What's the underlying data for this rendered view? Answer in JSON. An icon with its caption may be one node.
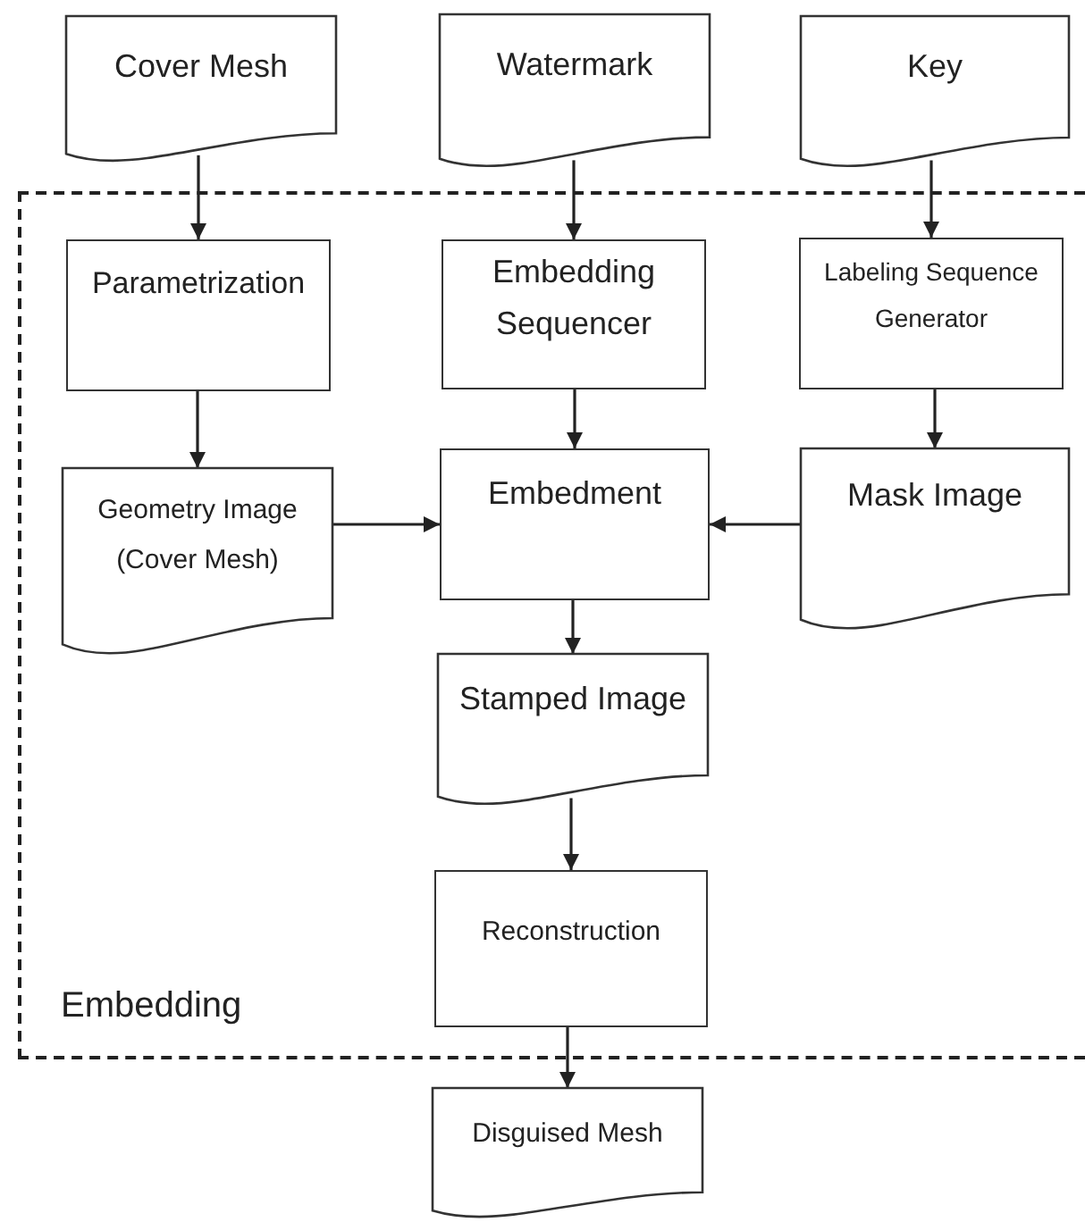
{
  "diagram": {
    "nodes": [
      {
        "text": [
          "Cover Mesh"
        ]
      },
      {
        "text": [
          "Watermark"
        ]
      },
      {
        "text": [
          "Key"
        ]
      },
      {
        "text": [
          "Embedding"
        ]
      },
      {
        "text": [
          "Parametrization"
        ],
        "in": 3
      },
      {
        "text": [
          "Embedding Sequencer"
        ],
        "in": 3
      },
      {
        "text": [
          "Labeling Sequence Generator"
        ],
        "in": 3
      },
      {
        "text": [
          "Geometry Image (Cover Mesh)"
        ],
        "in": 3
      },
      {
        "text": [
          "Embedment"
        ],
        "in": 3
      },
      {
        "text": [
          "Mask Image"
        ],
        "in": 3
      },
      {
        "text": [
          "Stamped Image"
        ],
        "in": 3
      },
      {
        "text": [
          "Reconstruction"
        ],
        "in": 3
      },
      {
        "text": [
          "Disguised Mesh"
        ]
      }
    ],
    "edges": [
      {
        "from": 0,
        "to": 4,
        "arrow": "to"
      },
      {
        "from": 1,
        "to": 5,
        "arrow": "to"
      },
      {
        "from": 2,
        "to": 6,
        "arrow": "to"
      },
      {
        "from": 4,
        "to": 7,
        "arrow": "to"
      },
      {
        "from": 5,
        "to": 8,
        "arrow": "to"
      },
      {
        "from": 6,
        "to": 9,
        "arrow": "to"
      },
      {
        "from": 7,
        "to": 8,
        "arrow": "to"
      },
      {
        "from": 9,
        "to": 8,
        "arrow": "to"
      },
      {
        "from": 8,
        "to": 10,
        "arrow": "to"
      },
      {
        "from": 10,
        "to": 11,
        "arrow": "to"
      },
      {
        "from": 11,
        "to": 12,
        "arrow": "to"
      }
    ]
  }
}
